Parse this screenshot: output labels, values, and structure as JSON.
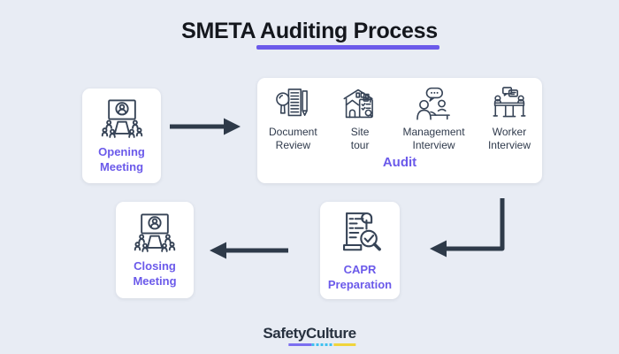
{
  "title": "SMETA Auditing Process",
  "colors": {
    "background": "#E8ECF4",
    "accent_purple": "#6B5AEA",
    "arrow": "#2E3A49",
    "icon_stroke": "#364356",
    "title_text": "#14171D",
    "step_label_text": "#2F3A4C",
    "logo_text": "#27313F",
    "logo_underline_purple": "#7C6FF0",
    "logo_underline_blue": "#3FC1F0",
    "logo_underline_yellow": "#F0D43C"
  },
  "nodes": {
    "opening": {
      "label_line1": "Opening",
      "label_line2": "Meeting",
      "icon": "presentation-meeting-icon"
    },
    "audit": {
      "label": "Audit",
      "steps": [
        {
          "label_line1": "Document",
          "label_line2": "Review",
          "icon": "document-review-icon"
        },
        {
          "label_line1": "Site",
          "label_line2": "tour",
          "icon": "site-tour-icon"
        },
        {
          "label_line1": "Management",
          "label_line2": "Interview",
          "icon": "management-interview-icon"
        },
        {
          "label_line1": "Worker",
          "label_line2": "Interview",
          "icon": "worker-interview-icon"
        }
      ]
    },
    "capr": {
      "label_line1": "CAPR",
      "label_line2": "Preparation",
      "icon": "capr-preparation-icon"
    },
    "closing": {
      "label_line1": "Closing",
      "label_line2": "Meeting",
      "icon": "presentation-meeting-icon"
    }
  },
  "footer": {
    "logo_part1": "Safety",
    "logo_part2": "Culture"
  }
}
